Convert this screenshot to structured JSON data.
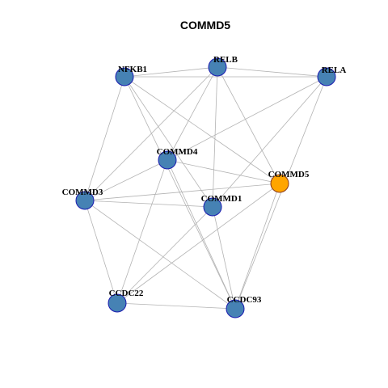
{
  "title": "COMMD5",
  "colors": {
    "default_node": "#4682B4",
    "default_border": "#1A1AB0",
    "highlight_node": "#FFA500",
    "highlight_border": "#8B3A1A",
    "edge": "#B3B3B3"
  },
  "nodes": [
    {
      "id": "NFKB1",
      "label": "NFKB1",
      "highlight": false
    },
    {
      "id": "RELB",
      "label": "RELB",
      "highlight": false
    },
    {
      "id": "RELA",
      "label": "RELA",
      "highlight": false
    },
    {
      "id": "COMMD4",
      "label": "COMMD4",
      "highlight": false
    },
    {
      "id": "COMMD5",
      "label": "COMMD5",
      "highlight": true
    },
    {
      "id": "COMMD3",
      "label": "COMMD3",
      "highlight": false
    },
    {
      "id": "COMMD1",
      "label": "COMMD1",
      "highlight": false
    },
    {
      "id": "CCDC22",
      "label": "CCDC22",
      "highlight": false
    },
    {
      "id": "CCDC93",
      "label": "CCDC93",
      "highlight": false
    }
  ],
  "edges": [
    [
      "NFKB1",
      "RELB"
    ],
    [
      "NFKB1",
      "RELA"
    ],
    [
      "NFKB1",
      "COMMD3"
    ],
    [
      "NFKB1",
      "COMMD1"
    ],
    [
      "NFKB1",
      "COMMD5"
    ],
    [
      "NFKB1",
      "CCDC93"
    ],
    [
      "RELB",
      "RELA"
    ],
    [
      "RELB",
      "COMMD4"
    ],
    [
      "RELB",
      "COMMD3"
    ],
    [
      "RELB",
      "COMMD1"
    ],
    [
      "RELB",
      "COMMD5"
    ],
    [
      "RELA",
      "COMMD4"
    ],
    [
      "RELA",
      "COMMD1"
    ],
    [
      "RELA",
      "CCDC93"
    ],
    [
      "COMMD4",
      "COMMD3"
    ],
    [
      "COMMD4",
      "COMMD5"
    ],
    [
      "COMMD4",
      "CCDC22"
    ],
    [
      "COMMD4",
      "CCDC93"
    ],
    [
      "COMMD3",
      "COMMD1"
    ],
    [
      "COMMD3",
      "COMMD5"
    ],
    [
      "COMMD3",
      "CCDC22"
    ],
    [
      "COMMD3",
      "CCDC93"
    ],
    [
      "COMMD1",
      "CCDC22"
    ],
    [
      "COMMD1",
      "CCDC93"
    ],
    [
      "COMMD5",
      "CCDC22"
    ],
    [
      "COMMD5",
      "CCDC93"
    ],
    [
      "CCDC22",
      "CCDC93"
    ]
  ]
}
